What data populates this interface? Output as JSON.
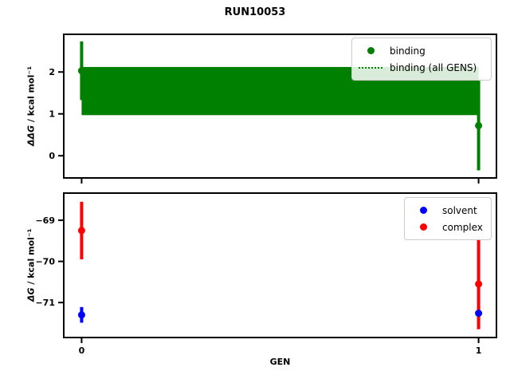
{
  "title": "RUN10053",
  "colors": {
    "green": "#008000",
    "red": "#ff0000",
    "blue": "#0000ff",
    "axis": "#000000",
    "legend_border": "#cccccc"
  },
  "chart_data": [
    {
      "type": "scatter",
      "id": "binding",
      "ylabel_sym": "ΔΔG",
      "ylabel_unit": " / kcal mol⁻¹",
      "xlim": [
        -0.045,
        1.045
      ],
      "ylim": [
        -0.53,
        2.9
      ],
      "yticks": [
        0,
        1,
        2
      ],
      "xticks": [
        0,
        1
      ],
      "xticklabels_visible": false,
      "grid": false,
      "band": {
        "label": "binding (all GENS)",
        "x0": 0,
        "x1": 1,
        "lo": 0.97,
        "hi": 2.12,
        "color_key": "green"
      },
      "series": [
        {
          "name": "binding",
          "color_key": "green",
          "points": [
            {
              "x": 0,
              "y": 2.03,
              "yerr": 0.7
            },
            {
              "x": 1,
              "y": 0.72,
              "yerr": 1.07
            }
          ]
        }
      ],
      "legend": {
        "position": "upper-right",
        "entries": [
          {
            "label": "binding",
            "marker": "dot",
            "color_key": "green"
          },
          {
            "label": "binding (all GENS)",
            "marker": "dotted-line",
            "color_key": "green"
          }
        ]
      }
    },
    {
      "type": "scatter",
      "id": "dg",
      "ylabel_sym": "ΔG",
      "ylabel_unit": " / kcal mol⁻¹",
      "xlabel": "GEN",
      "xlim": [
        -0.045,
        1.045
      ],
      "ylim": [
        -71.85,
        -68.34
      ],
      "yticks": [
        -69,
        -70,
        -71
      ],
      "xticks": [
        0,
        1
      ],
      "xticklabels_visible": true,
      "grid": false,
      "series": [
        {
          "name": "solvent",
          "color_key": "blue",
          "points": [
            {
              "x": 0,
              "y": -71.3,
              "yerr": 0.19
            },
            {
              "x": 1,
              "y": -71.26,
              "yerr": 0.17
            }
          ]
        },
        {
          "name": "complex",
          "color_key": "red",
          "points": [
            {
              "x": 0,
              "y": -69.25,
              "yerr": 0.7
            },
            {
              "x": 1,
              "y": -70.55,
              "yerr": 1.1
            }
          ]
        }
      ],
      "legend": {
        "position": "upper-right",
        "entries": [
          {
            "label": "solvent",
            "marker": "dot",
            "color_key": "blue"
          },
          {
            "label": "complex",
            "marker": "dot",
            "color_key": "red"
          }
        ]
      }
    }
  ]
}
